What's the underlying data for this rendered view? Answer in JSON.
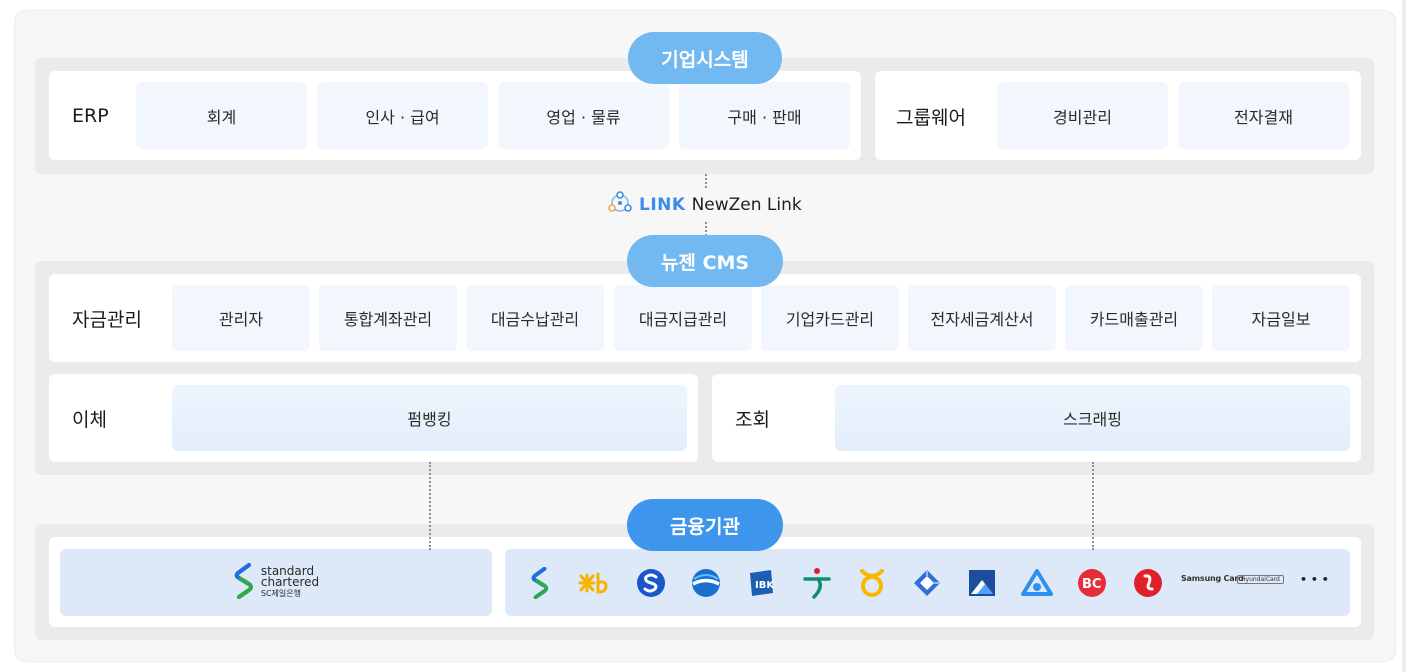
{
  "top_section": {
    "title": "기업시스템",
    "erp": {
      "label": "ERP",
      "modules": [
        "회계",
        "인사 · 급여",
        "영업 · 물류",
        "구매 · 판매"
      ]
    },
    "groupware": {
      "label": "그룹웨어",
      "modules": [
        "경비관리",
        "전자결재"
      ]
    }
  },
  "link": {
    "brand": "LINK",
    "name": "NewZen Link"
  },
  "cms_section": {
    "title": "뉴젠 CMS",
    "funds": {
      "label": "자금관리",
      "modules": [
        "관리자",
        "통합계좌관리",
        "대금수납관리",
        "대금지급관리",
        "기업카드관리",
        "전자세금계산서",
        "카드매출관리",
        "자금일보"
      ]
    },
    "transfer": {
      "label": "이체",
      "module": "펌뱅킹"
    },
    "inquiry": {
      "label": "조회",
      "module": "스크래핑"
    }
  },
  "finance_section": {
    "title": "금융기관",
    "partner": {
      "line1": "standard",
      "line2": "chartered",
      "line3": "SC제일은행"
    },
    "institutions": [
      {
        "icon": "standard-chartered-icon",
        "color": "#2fa84f"
      },
      {
        "icon": "kb-bank-icon",
        "color": "#f5b400"
      },
      {
        "icon": "shinhan-bank-icon",
        "color": "#1a56c9"
      },
      {
        "icon": "woori-bank-icon",
        "color": "#1a6fd1"
      },
      {
        "icon": "ibk-bank-icon",
        "color": "#1b5fb4"
      },
      {
        "icon": "hana-bank-icon",
        "color": "#0c8f6e"
      },
      {
        "icon": "nh-bank-icon",
        "color": "#f6b800"
      },
      {
        "icon": "citi-diamond-icon",
        "color": "#2f6fd4"
      },
      {
        "icon": "kdb-bank-icon",
        "color": "#1c4e9c"
      },
      {
        "icon": "post-bank-icon",
        "color": "#2e8ff0"
      },
      {
        "icon": "bc-card-icon",
        "color": "#e62d3a"
      },
      {
        "icon": "lotte-card-icon",
        "color": "#e0202a"
      }
    ],
    "samsung_card": "Samsung Card",
    "hyundai_card": "HyundaiCard",
    "more": "• • •"
  }
}
